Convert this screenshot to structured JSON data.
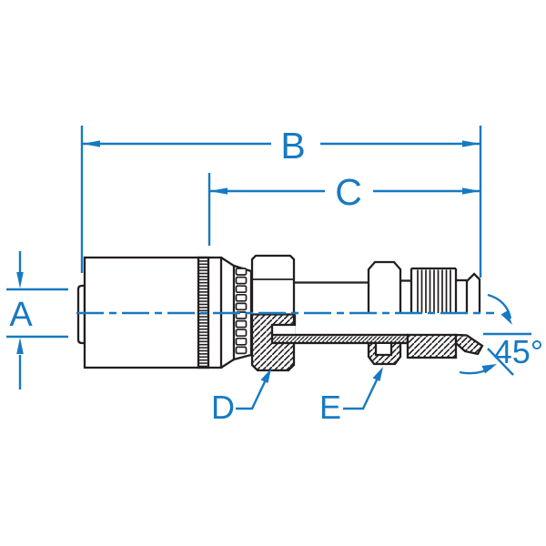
{
  "drawing": {
    "type": "technical-fitting-diagram",
    "labels": {
      "a": "A",
      "b": "B",
      "c": "C",
      "d": "D",
      "e": "E",
      "angle": "45°"
    },
    "colors": {
      "annotation_blue": "#1779c2",
      "outline_black": "#231f20",
      "background": "#ffffff"
    }
  }
}
